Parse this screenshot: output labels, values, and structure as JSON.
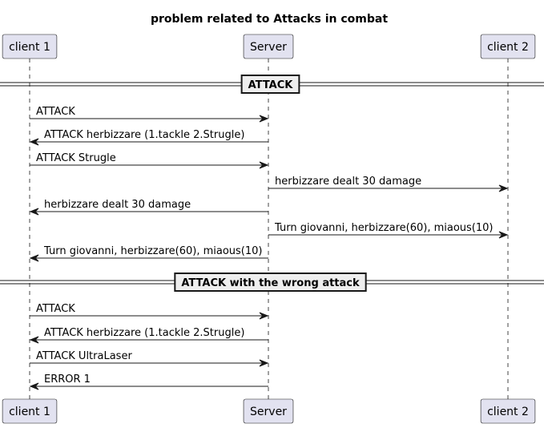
{
  "title": "problem related to Attacks in combat",
  "participants": [
    "client 1",
    "Server",
    "client 2"
  ],
  "colors": {
    "participant_fill": "#E2E2F0",
    "participant_stroke": "#181818",
    "divider_fill": "#EEEEEE",
    "line": "#181818",
    "lifeline": "#181818"
  },
  "sections": [
    {
      "label": "ATTACK",
      "messages": [
        {
          "from": 0,
          "to": 1,
          "text": "ATTACK"
        },
        {
          "from": 1,
          "to": 0,
          "text": "ATTACK herbizzare (1.tackle 2.Strugle)"
        },
        {
          "from": 0,
          "to": 1,
          "text": "ATTACK Strugle"
        },
        {
          "from": 1,
          "to": 2,
          "text": "herbizzare dealt 30 damage"
        },
        {
          "from": 1,
          "to": 0,
          "text": "herbizzare dealt 30 damage"
        },
        {
          "from": 1,
          "to": 2,
          "text": "Turn giovanni, herbizzare(60), miaous(10)"
        },
        {
          "from": 1,
          "to": 0,
          "text": "Turn giovanni, herbizzare(60), miaous(10)"
        }
      ]
    },
    {
      "label": "ATTACK with the wrong attack",
      "messages": [
        {
          "from": 0,
          "to": 1,
          "text": "ATTACK"
        },
        {
          "from": 1,
          "to": 0,
          "text": "ATTACK herbizzare (1.tackle 2.Strugle)"
        },
        {
          "from": 0,
          "to": 1,
          "text": "ATTACK UltraLaser"
        },
        {
          "from": 1,
          "to": 0,
          "text": "ERROR 1"
        }
      ]
    }
  ]
}
